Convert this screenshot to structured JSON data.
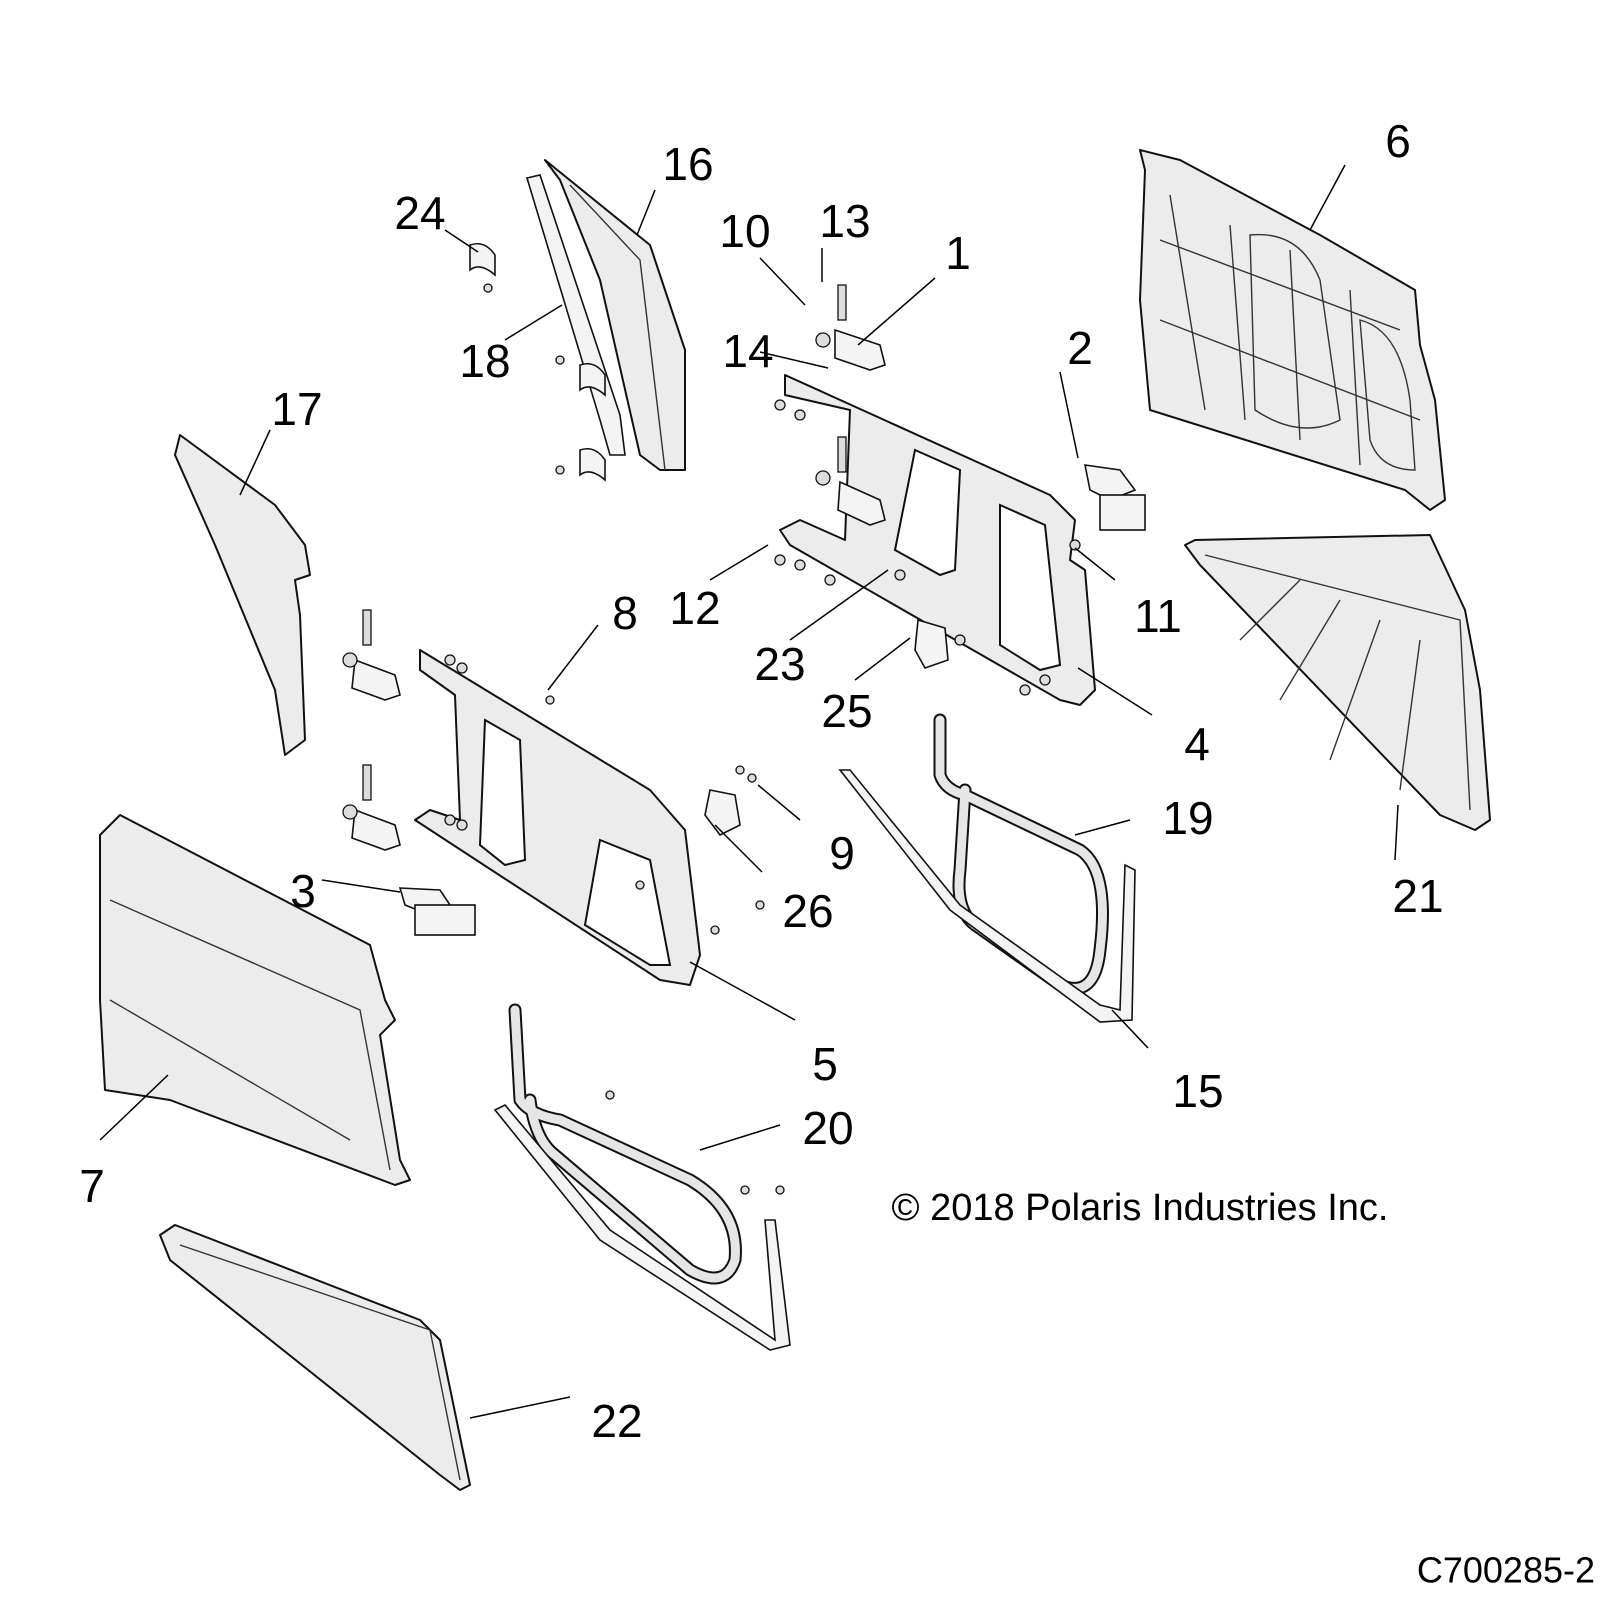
{
  "diagram": {
    "callouts": [
      "1",
      "2",
      "3",
      "4",
      "5",
      "6",
      "7",
      "8",
      "9",
      "10",
      "11",
      "12",
      "13",
      "14",
      "15",
      "16",
      "17",
      "18",
      "19",
      "20",
      "21",
      "22",
      "23",
      "24",
      "25",
      "26"
    ],
    "copyright": "© 2018 Polaris Industries Inc.",
    "figure_code": "C700285-2"
  }
}
